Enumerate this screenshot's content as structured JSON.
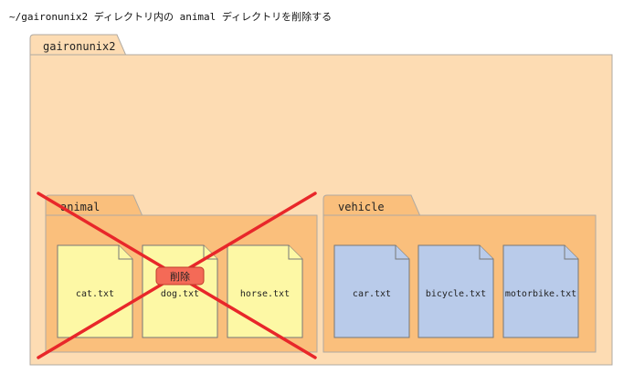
{
  "caption": "~/gaironunix2 ディレクトリ内の animal ディレクトリを削除する",
  "root_folder": {
    "label": "gaironunix2",
    "color": "#fddcb3"
  },
  "folders": [
    {
      "label": "animal",
      "color": "#fabf7c",
      "files": [
        "cat.txt",
        "dog.txt",
        "horse.txt"
      ],
      "file_color": "#fdf8a5",
      "deleted": true
    },
    {
      "label": "vehicle",
      "color": "#fabf7c",
      "files": [
        "car.txt",
        "bicycle.txt",
        "motorbike.txt"
      ],
      "file_color": "#b9cbea",
      "deleted": false
    }
  ],
  "delete_badge": {
    "label": "削除",
    "color": "#f46a57"
  },
  "cross_color": "#e8272a"
}
